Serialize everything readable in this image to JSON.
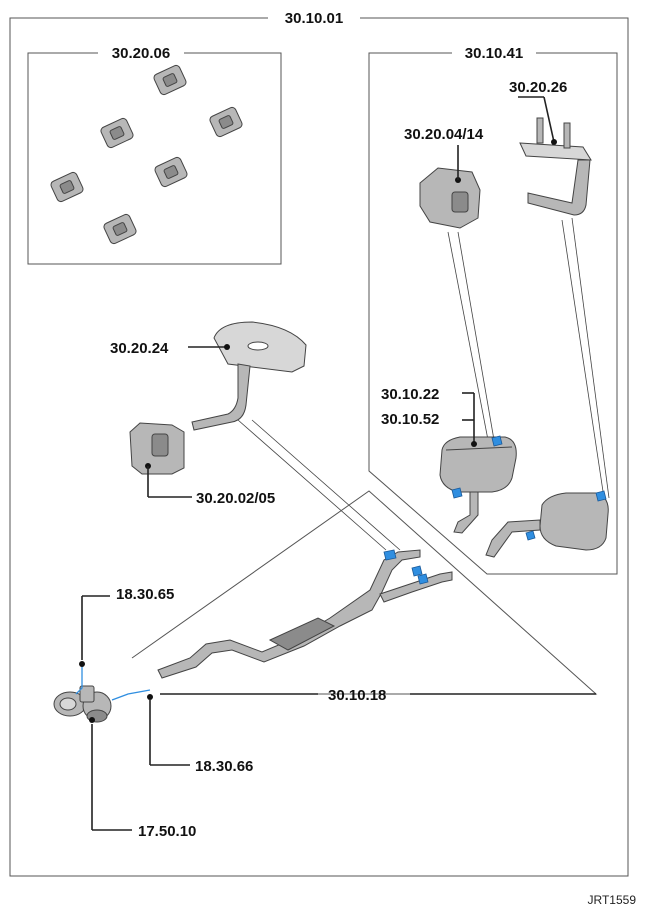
{
  "diagram": {
    "main_ref": "30.10.01",
    "footer_code": "JRT1559",
    "groups": {
      "mounts_set": "30.20.06",
      "rear_assembly": "30.10.41"
    },
    "callouts": {
      "rear_tailpipe": "30.20.26",
      "rear_mount": "30.20.04/14",
      "muffler_a": "30.10.22",
      "muffler_b": "30.10.52",
      "heat_shield": "30.20.24",
      "hanger": "30.20.02/05",
      "sensor_upstream": "18.30.65",
      "main_pipe": "30.10.18",
      "sensor_downstream": "18.30.66",
      "turbo": "17.50.10"
    }
  }
}
